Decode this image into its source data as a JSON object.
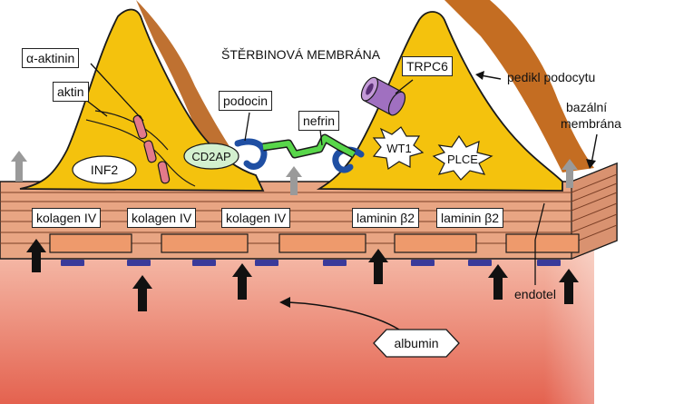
{
  "labels": {
    "alpha_actinin": "α-aktinin",
    "actin": "aktin",
    "slit_membrane": "ŠTĚRBINOVÁ MEMBRÁNA",
    "trpc6": "TRPC6",
    "podocyte_pedicle": "pedikl podocytu",
    "basal_membrane_line1": "bazální",
    "basal_membrane_line2": "membrána",
    "podocin": "podocin",
    "nefrin": "nefrin",
    "cd2ap": "CD2AP",
    "inf2": "INF2",
    "wt1": "WT1",
    "plce": "PLCE",
    "collagen_1": "kolagen IV",
    "collagen_2": "kolagen IV",
    "collagen_3": "kolagen IV",
    "laminin_1": "laminin β2",
    "laminin_2": "laminin β2",
    "endothelium": "endotel",
    "albumin": "albumin"
  },
  "colors": {
    "podocyte": "#f4c20d",
    "podocyte_outline": "#1a1a1a",
    "pedicle_shadow": "#b8621b",
    "membrane_layer": "#e8a583",
    "membrane_line": "#7a3e25",
    "endothelial_cell": "#ee9a6c",
    "blood_top": "#f4b8a4",
    "blood_bottom": "#e66a56",
    "actin_filament": "#e37a8a",
    "podocin_blue": "#1f4fa3",
    "nefrin_green": "#58d64a",
    "trpc6_purple": "#a070c0",
    "cd2ap_fill": "#d3f0cf",
    "pore_blue": "#3a3a9a",
    "arrow_black": "#111111",
    "arrow_grey": "#9a9a9a"
  }
}
